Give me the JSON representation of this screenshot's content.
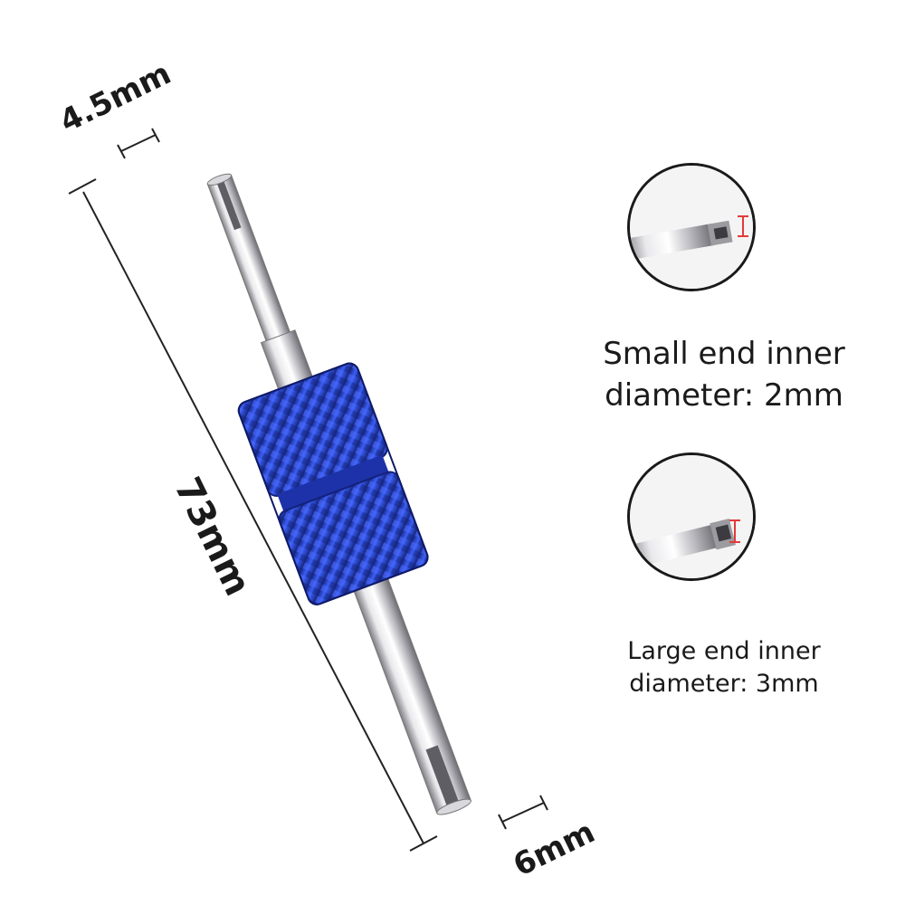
{
  "product": {
    "dimensions": {
      "tip_small": "4.5mm",
      "tip_large": "6mm",
      "length": "73mm"
    },
    "details": [
      {
        "caption_line1": "Small end inner",
        "caption_line2": "diameter: 2mm"
      },
      {
        "caption_line1": "Large end inner",
        "caption_line2": "diameter: 3mm"
      }
    ],
    "colors": {
      "handle": "#2f4fd6",
      "handle_dark": "#1c2f95",
      "shaft": "#c9c9cd",
      "marker": "#e23b3b",
      "line": "#222222"
    }
  }
}
